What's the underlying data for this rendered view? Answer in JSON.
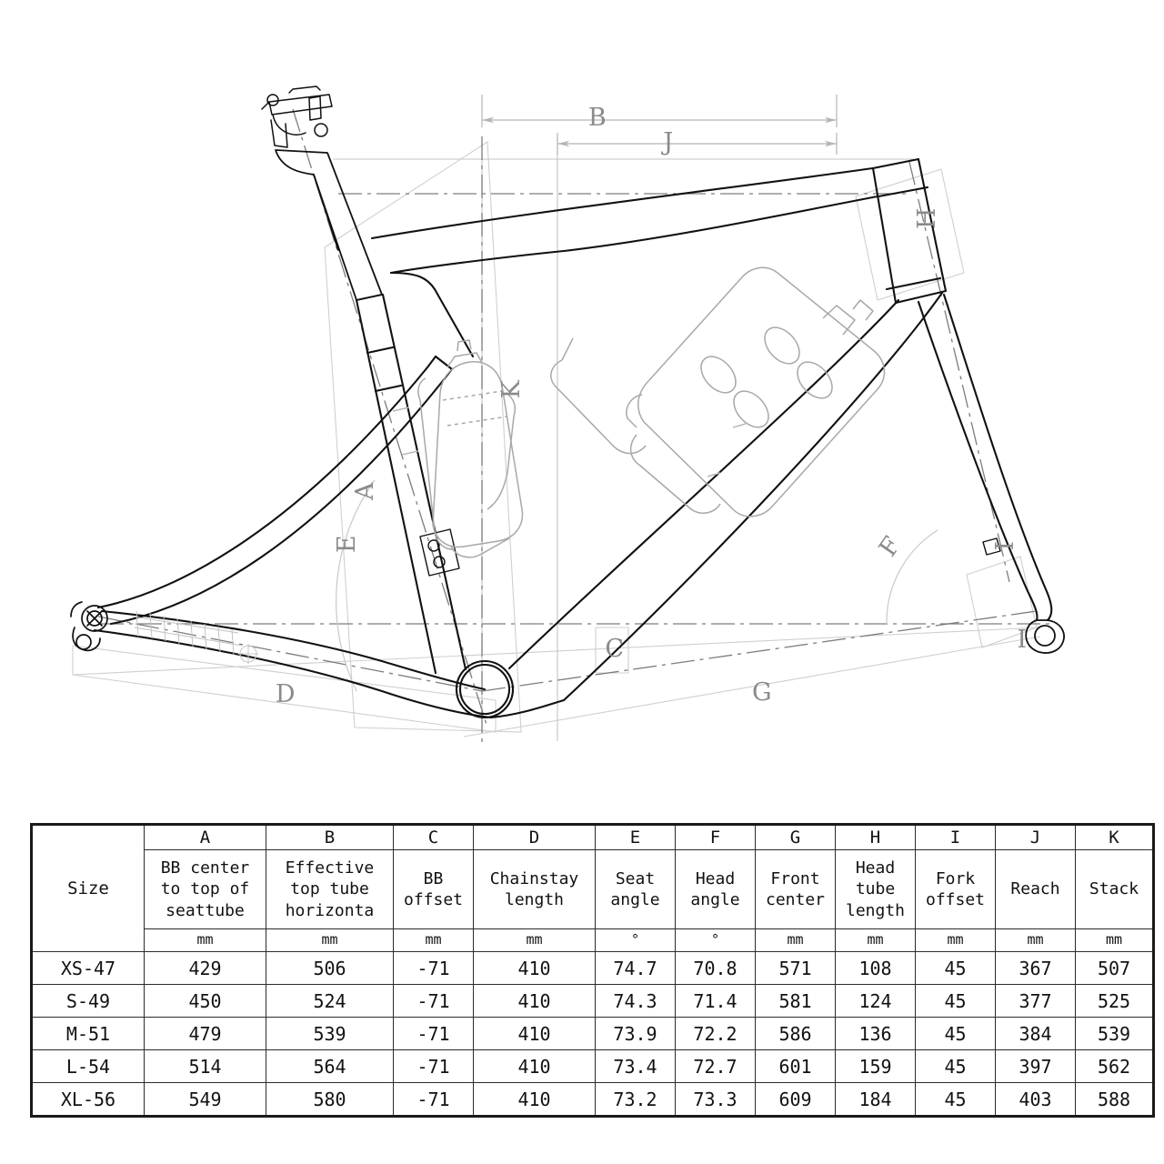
{
  "diagram": {
    "title": "Bicycle frame geometry drawing",
    "dimension_labels": [
      {
        "id": "A",
        "label": "A",
        "meaning": "BB center to top of seattube"
      },
      {
        "id": "B",
        "label": "B",
        "meaning": "Effective top tube horizontal"
      },
      {
        "id": "C",
        "label": "C",
        "meaning": "BB offset"
      },
      {
        "id": "D",
        "label": "D",
        "meaning": "Chainstay length"
      },
      {
        "id": "E",
        "label": "E",
        "meaning": "Seat angle"
      },
      {
        "id": "F",
        "label": "F",
        "meaning": "Head angle"
      },
      {
        "id": "G",
        "label": "G",
        "meaning": "Front center"
      },
      {
        "id": "H",
        "label": "H",
        "meaning": "Head tube length"
      },
      {
        "id": "I",
        "label": "I",
        "meaning": "Fork offset"
      },
      {
        "id": "J",
        "label": "J",
        "meaning": "Reach"
      },
      {
        "id": "K",
        "label": "K",
        "meaning": "Stack"
      }
    ],
    "colors": {
      "frame_outline": "#111111",
      "construction_line": "#b9b9b9",
      "center_line": "#7d7d7d",
      "accessory": "#9a9a9a",
      "background": "#ffffff"
    }
  },
  "table": {
    "size_header": "Size",
    "letter_row": [
      "",
      "A",
      "B",
      "C",
      "D",
      "E",
      "F",
      "G",
      "H",
      "I",
      "J",
      "K"
    ],
    "name_row": [
      "",
      "BB center to top of seattube",
      "Effective top tube horizonta",
      "BB offset",
      "Chainstay length",
      "Seat angle",
      "Head angle",
      "Front center",
      "Head tube length",
      "Fork offset",
      "Reach",
      "Stack"
    ],
    "name_row_lines": [
      [
        ""
      ],
      [
        "BB center",
        "to top of",
        "seattube"
      ],
      [
        "Effective",
        "top tube",
        "horizonta"
      ],
      [
        "BB",
        "offset"
      ],
      [
        "Chainstay",
        "length"
      ],
      [
        "Seat",
        "angle"
      ],
      [
        "Head",
        "angle"
      ],
      [
        "Front",
        "center"
      ],
      [
        "Head",
        "tube",
        "length"
      ],
      [
        "Fork",
        "offset"
      ],
      [
        "Reach"
      ],
      [
        "Stack"
      ]
    ],
    "unit_row": [
      "",
      "mm",
      "mm",
      "mm",
      "mm",
      "°",
      "°",
      "mm",
      "mm",
      "mm",
      "mm",
      "mm"
    ],
    "rows": [
      {
        "size": "XS-47",
        "values": [
          "429",
          "506",
          "-71",
          "410",
          "74.7",
          "70.8",
          "571",
          "108",
          "45",
          "367",
          "507"
        ]
      },
      {
        "size": "S-49",
        "values": [
          "450",
          "524",
          "-71",
          "410",
          "74.3",
          "71.4",
          "581",
          "124",
          "45",
          "377",
          "525"
        ]
      },
      {
        "size": "M-51",
        "values": [
          "479",
          "539",
          "-71",
          "410",
          "73.9",
          "72.2",
          "586",
          "136",
          "45",
          "384",
          "539"
        ]
      },
      {
        "size": "L-54",
        "values": [
          "514",
          "564",
          "-71",
          "410",
          "73.4",
          "72.7",
          "601",
          "159",
          "45",
          "397",
          "562"
        ]
      },
      {
        "size": "XL-56",
        "values": [
          "549",
          "580",
          "-71",
          "410",
          "73.2",
          "73.3",
          "609",
          "184",
          "45",
          "403",
          "588"
        ]
      }
    ]
  }
}
